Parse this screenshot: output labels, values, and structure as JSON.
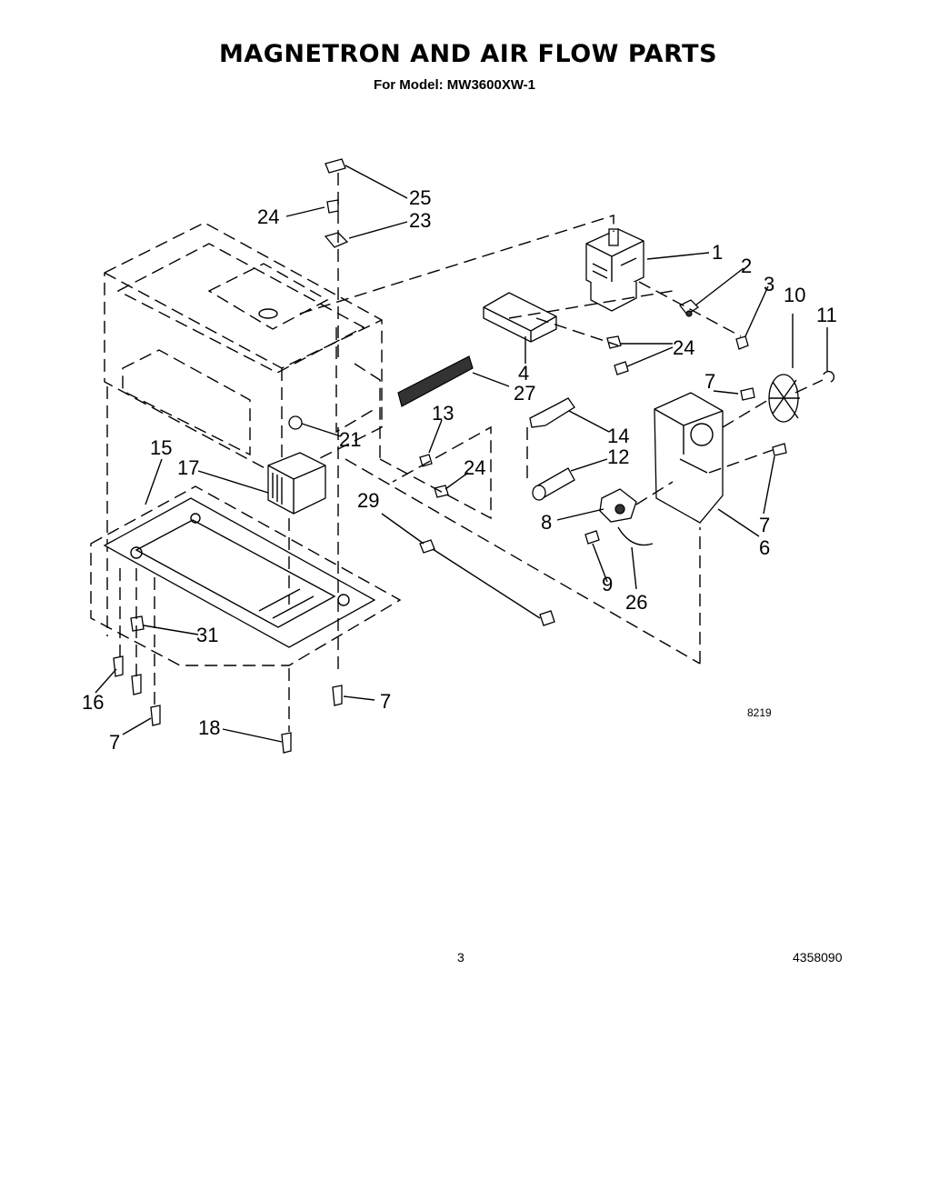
{
  "title": "MAGNETRON AND AIR FLOW PARTS",
  "subtitle": "For Model: MW3600XW-1",
  "diagram_code": "8219",
  "page_number": "3",
  "document_number": "4358090",
  "callouts": {
    "c1": "1",
    "c2": "2",
    "c3": "3",
    "c4": "4",
    "c6": "6",
    "c7a": "7",
    "c7b": "7",
    "c7c": "7",
    "c7d": "7",
    "c8": "8",
    "c9": "9",
    "c10": "10",
    "c11": "11",
    "c12": "12",
    "c13": "13",
    "c14": "14",
    "c15": "15",
    "c16": "16",
    "c17": "17",
    "c18": "18",
    "c21": "21",
    "c23": "23",
    "c24a": "24",
    "c24b": "24",
    "c24c": "24",
    "c25": "25",
    "c26": "26",
    "c27": "27",
    "c29": "29",
    "c31": "31"
  }
}
